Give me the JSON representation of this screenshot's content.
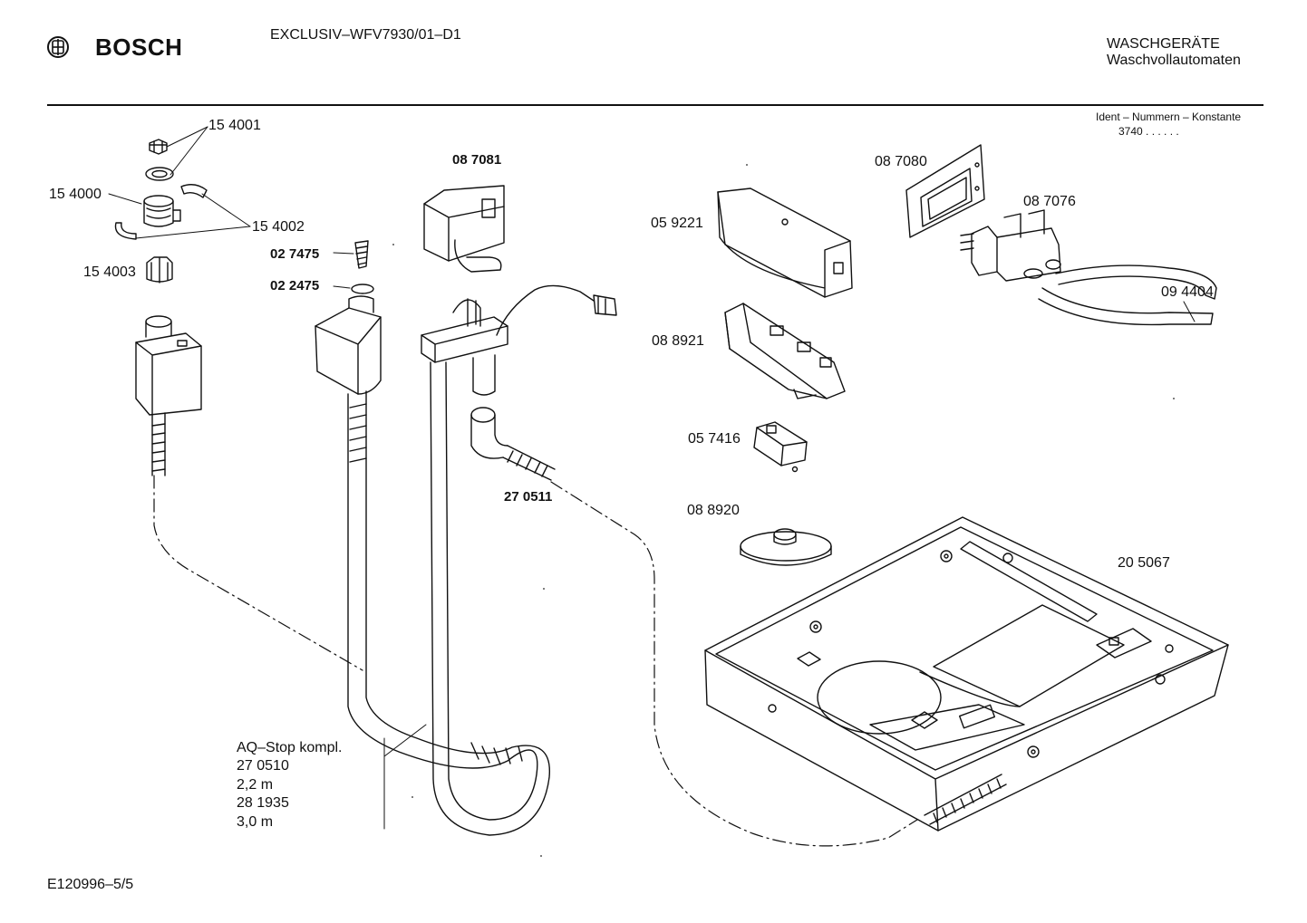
{
  "header": {
    "brand": "BOSCH",
    "model": "EXCLUSIV–WFV7930/01–D1",
    "category_line1": "WASCHGERÄTE",
    "category_line2": "Waschvollautomaten",
    "ident_label": "Ident – Nummern – Konstante",
    "ident_value": "3740 . . . . . ."
  },
  "parts": {
    "p154001": "15 4001",
    "p154000": "15 4000",
    "p154002": "15 4002",
    "p154003": "15 4003",
    "p027475": "02 7475",
    "p022475": "02 2475",
    "p087081": "08 7081",
    "p270511": "27 0511",
    "p059221": "05 9221",
    "p088921": "08 8921",
    "p057416": "05 7416",
    "p088920": "08 8920",
    "p087080": "08 7080",
    "p087076": "08 7076",
    "p094404": "09 4404",
    "p205067": "20 5067"
  },
  "aqstop": {
    "title": "AQ–Stop kompl.",
    "part1": "27 0510",
    "len1": "2,2 m",
    "part2": "28 1935",
    "len2": "3,0 m"
  },
  "footer": {
    "code": "E120996–5/5"
  }
}
